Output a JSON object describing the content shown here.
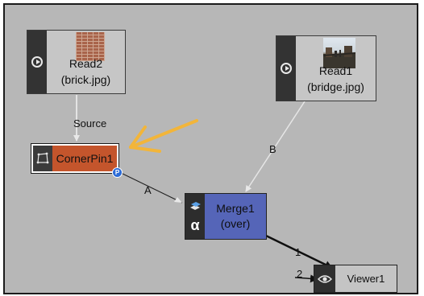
{
  "nodes": {
    "read2": {
      "name": "Read2",
      "file": "(brick.jpg)",
      "icon": "play-circle-icon"
    },
    "read1": {
      "name": "Read1",
      "file": "(bridge.jpg)",
      "icon": "play-circle-icon"
    },
    "cornerpin": {
      "name": "CornerPin1",
      "badge": "P",
      "icon": "cornerpin-icon"
    },
    "merge": {
      "name": "Merge1",
      "operation": "(over)",
      "icons": [
        "layers-icon",
        "alpha-icon"
      ],
      "alpha_glyph": "α"
    },
    "viewer": {
      "name": "Viewer1",
      "icon": "eye-icon"
    }
  },
  "edges": {
    "source_label": "Source",
    "b_label": "B",
    "a_label": "A",
    "viewer_input1_label": "1",
    "viewer_input2_label": "2"
  },
  "annotation": {
    "arrow_color": "#f2b53a"
  },
  "colors": {
    "graph_background": "#b7b7b7",
    "cornerpin_fill": "#c4552c",
    "merge_fill": "#5565b8",
    "read_fill": "#c6c6c6"
  }
}
